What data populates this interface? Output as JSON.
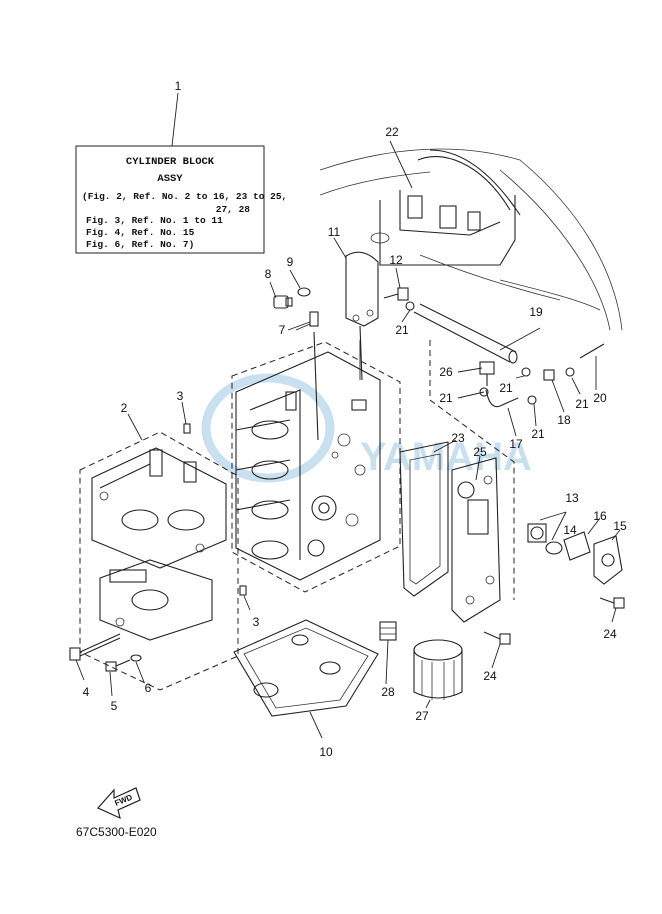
{
  "info_box": {
    "title": "CYLINDER BLOCK",
    "subtitle": "ASSY",
    "lines": [
      "(Fig. 2, Ref. No. 2 to 16, 23 to 25,",
      "27, 28",
      "Fig. 3, Ref. No. 1 to 11",
      "Fig. 4, Ref. No. 15",
      "Fig. 6, Ref. No. 7)"
    ]
  },
  "callouts": [
    "1",
    "2",
    "3",
    "3",
    "4",
    "5",
    "6",
    "7",
    "8",
    "9",
    "10",
    "11",
    "12",
    "13",
    "14",
    "15",
    "16",
    "17",
    "18",
    "19",
    "20",
    "21",
    "21",
    "21",
    "21",
    "21",
    "22",
    "23",
    "24",
    "24",
    "25",
    "26",
    "27",
    "28"
  ],
  "fwd_label": "FWD",
  "diagram_code": "67C5300-E020"
}
